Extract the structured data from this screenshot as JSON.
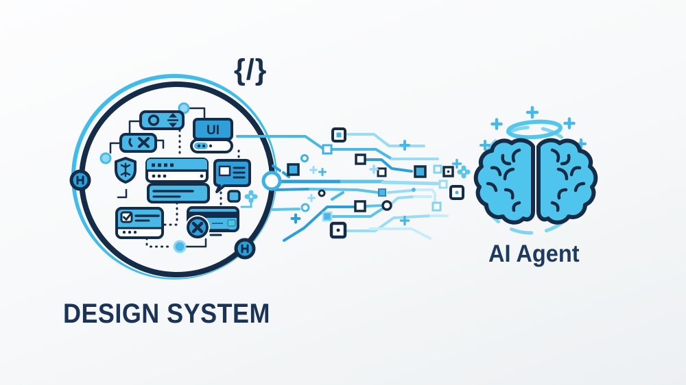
{
  "scene": {
    "code_symbol": "{/}",
    "design_system": {
      "label": "DESIGN SYSTEM",
      "color": "#1b3357"
    },
    "ai_agent": {
      "label": "AI Agent",
      "color": "#1e3a5f"
    },
    "ui_button_label": "UI"
  },
  "palette": {
    "navy": "#142c47",
    "blue": "#2e9fd9",
    "sky": "#49b8e6",
    "light_sky": "#9adcf5",
    "pale_sky": "#c7ecfa",
    "brain_fill": "#4fc4ec",
    "halo": "#53c6ee",
    "chip_teal": "#4ec9d4",
    "background_top": "#fdfdfe",
    "background_bottom": "#edf0f2"
  },
  "icons": [
    "code-icon",
    "stepper-icon",
    "tag-x-icon",
    "ui-button-icon",
    "progress-bar-icon",
    "shield-icon",
    "toolbar-icon",
    "input-field-icon",
    "chat-bubble-icon",
    "checkbox-card-icon",
    "credit-card-icon",
    "close-button-icon",
    "hub-node-icon",
    "port-node-icon",
    "gear-icon",
    "sparkle-plus-icon",
    "circuit-trace-icon",
    "brain-icon",
    "halo-icon"
  ]
}
